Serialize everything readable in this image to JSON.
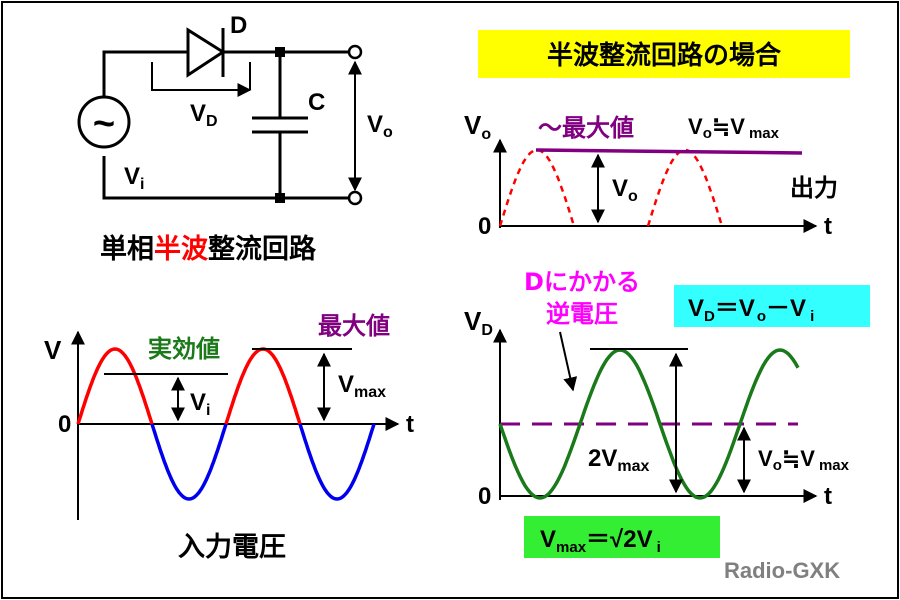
{
  "circuit": {
    "diode_label": "D",
    "vd_label": "V",
    "vd_sub": "D",
    "cap_label": "C",
    "vo_label": "V",
    "vo_sub": "o",
    "vi_label": "V",
    "vi_sub": "i",
    "source_symbol": "~",
    "caption_part1": "単相",
    "caption_part2": "半波",
    "caption_part3": "整流回路"
  },
  "input_graph": {
    "v_axis_label": "V",
    "t_axis_label": "t",
    "zero_label": "0",
    "rms_label": "実効値",
    "peak_label": "最大値",
    "vi_label": "V",
    "vi_sub": "i",
    "vmax_label": "V",
    "vmax_sub": "max",
    "caption": "入力電圧"
  },
  "output_graph": {
    "title": "半波整流回路の場合",
    "v_axis_label": "V",
    "v_axis_sub": "o",
    "t_axis_label": "t",
    "zero_label": "0",
    "peak_label": "～最大値",
    "formula_main": "V",
    "formula_sub": "o",
    "formula_rest": "≒V",
    "formula_rest_sub": "max",
    "vo_label": "V",
    "vo_sub": "o",
    "output_label": "出力"
  },
  "diode_graph": {
    "title_line1": "Dにかかる",
    "title_line2": "逆電圧",
    "formula_part1": "V",
    "formula_sub1": "D",
    "formula_part2": "＝V",
    "formula_sub2": "o",
    "formula_part3": "－V",
    "formula_sub3": "i",
    "v_axis_label": "V",
    "v_axis_sub": "D",
    "t_axis_label": "t",
    "zero_label": "0",
    "two_vmax_label": "2V",
    "two_vmax_sub": "max",
    "vo_label": "V",
    "vo_sub": "o",
    "vo_rest": "≒V",
    "vo_rest_sub": "max"
  },
  "bottom_formula": {
    "part1": "V",
    "sub1": "max",
    "part2": "＝√2V",
    "sub2": "i"
  },
  "credit": "Radio-GXK",
  "colors": {
    "red": "#ff0000",
    "blue": "#0000ee",
    "green": "#1a7a1a",
    "purple": "#800080",
    "magenta": "#ff00ff",
    "yellow_box": "#ffff00",
    "cyan_box": "#33ffff",
    "green_box": "#33ee33",
    "credit_gray": "#808080"
  }
}
